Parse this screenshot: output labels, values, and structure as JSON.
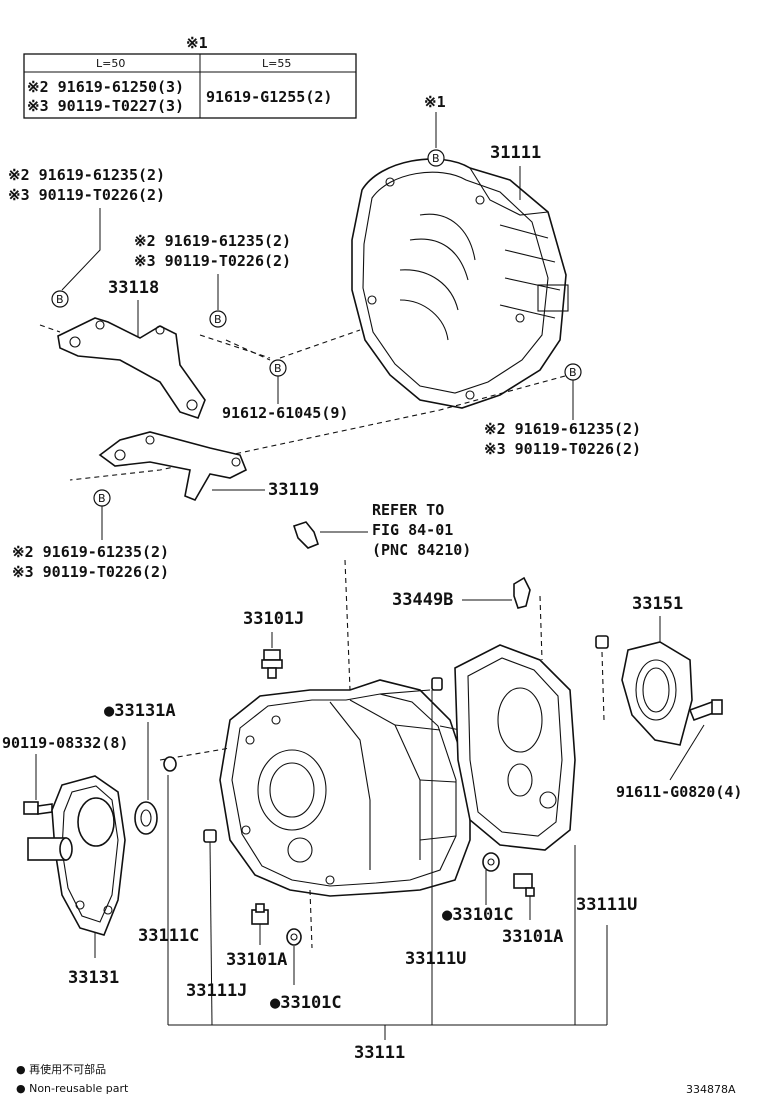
{
  "table": {
    "header": "※1",
    "col1_title": "L=50",
    "col2_title": "L=55",
    "col1_rows": [
      "※2 91619-61250(3)",
      "※3 90119-T0227(3)"
    ],
    "col2_value": "91619-G1255(2)"
  },
  "callouts": {
    "top_note": "※1",
    "bolt_symbol": "B",
    "c1": [
      "※2 91619-61235(2)",
      "※3 90119-T0226(2)"
    ],
    "c2": [
      "※2 91619-61235(2)",
      "※3 90119-T0226(2)"
    ],
    "c3": [
      "※2 91619-61235(2)",
      "※3 90119-T0226(2)"
    ],
    "c4": [
      "※2 91619-61235(2)",
      "※3 90119-T0226(2)"
    ],
    "p31111_top": "31111",
    "p33118": "33118",
    "p33119": "33119",
    "p91612": "91612-61045(9)",
    "refer": [
      "REFER TO",
      "FIG 84-01",
      "(PNC 84210)"
    ],
    "p33449B": "33449B",
    "p33151": "33151",
    "p33101J": "33101J",
    "p33131A": "●33131A",
    "p90119": "90119-08332(8)",
    "p91611": "91611-G0820(4)",
    "p33111U_right": "33111U",
    "p33101C_a": "●33101C",
    "p33101A_a": "33101A",
    "p33111C": "33111C",
    "p33101A_b": "33101A",
    "p33111U_mid": "33111U",
    "p33131": "33131",
    "p33111J": "33111J",
    "p33101C_b": "●33101C",
    "p33111_bottom": "33111"
  },
  "legend": {
    "jp": "● 再使用不可部品",
    "en": "● Non-reusable part"
  },
  "diagram_id": "334878A"
}
